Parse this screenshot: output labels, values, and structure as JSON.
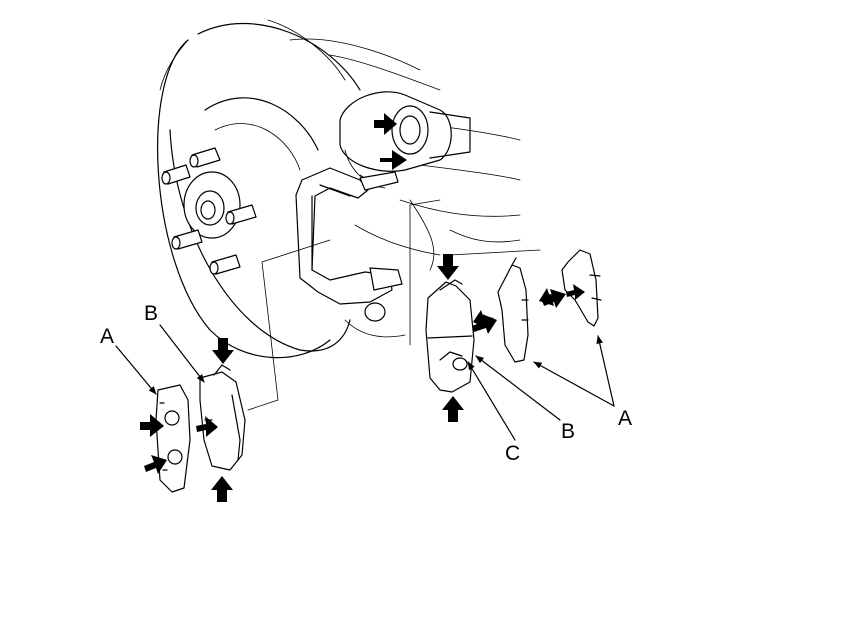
{
  "labels": {
    "left_a": "A",
    "left_b": "B",
    "right_a": "A",
    "right_b": "B",
    "right_c": "C"
  }
}
